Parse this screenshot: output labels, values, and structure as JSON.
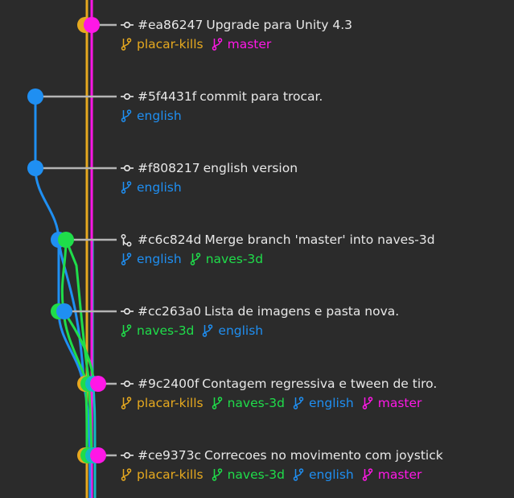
{
  "colors": {
    "background": "#2b2b2b",
    "connector": "#b4b4b4",
    "placar-kills": "#e6a91f",
    "master": "#ff17e6",
    "english": "#1f8ff2",
    "naves-3d": "#1fdd4a",
    "teal": "#13b9c4"
  },
  "commits": [
    {
      "hash": "#ea86247",
      "message": "Upgrade para Unity 4.3",
      "type": "commit",
      "icon": "git-commit-icon",
      "refs": [
        {
          "name": "placar-kills",
          "icon": "git-branch-icon"
        },
        {
          "name": "master",
          "icon": "git-branch-icon"
        }
      ]
    },
    {
      "hash": "#5f4431f",
      "message": "commit para trocar.",
      "type": "commit",
      "icon": "git-commit-icon",
      "refs": [
        {
          "name": "english",
          "icon": "git-branch-icon"
        }
      ]
    },
    {
      "hash": "#f808217",
      "message": "english version",
      "type": "commit",
      "icon": "git-commit-icon",
      "refs": [
        {
          "name": "english",
          "icon": "git-branch-icon"
        }
      ]
    },
    {
      "hash": "#c6c824d",
      "message": "Merge branch 'master' into naves-3d",
      "type": "merge",
      "icon": "git-merge-icon",
      "refs": [
        {
          "name": "english",
          "icon": "git-branch-icon"
        },
        {
          "name": "naves-3d",
          "icon": "git-branch-icon"
        }
      ]
    },
    {
      "hash": "#cc263a0",
      "message": "Lista de imagens e pasta nova.",
      "type": "commit",
      "icon": "git-commit-icon",
      "refs": [
        {
          "name": "naves-3d",
          "icon": "git-branch-icon"
        },
        {
          "name": "english",
          "icon": "git-branch-icon"
        }
      ]
    },
    {
      "hash": "#9c2400f",
      "message": "Contagem regressiva e tween de tiro.",
      "type": "commit",
      "icon": "git-commit-icon",
      "refs": [
        {
          "name": "placar-kills",
          "icon": "git-branch-icon"
        },
        {
          "name": "naves-3d",
          "icon": "git-branch-icon"
        },
        {
          "name": "english",
          "icon": "git-branch-icon"
        },
        {
          "name": "master",
          "icon": "git-branch-icon"
        }
      ]
    },
    {
      "hash": "#ce9373c",
      "message": "Correcoes no movimento com joystick",
      "type": "commit",
      "icon": "git-commit-icon",
      "refs": [
        {
          "name": "placar-kills",
          "icon": "git-branch-icon"
        },
        {
          "name": "naves-3d",
          "icon": "git-branch-icon"
        },
        {
          "name": "english",
          "icon": "git-branch-icon"
        },
        {
          "name": "master",
          "icon": "git-branch-icon"
        }
      ]
    }
  ]
}
